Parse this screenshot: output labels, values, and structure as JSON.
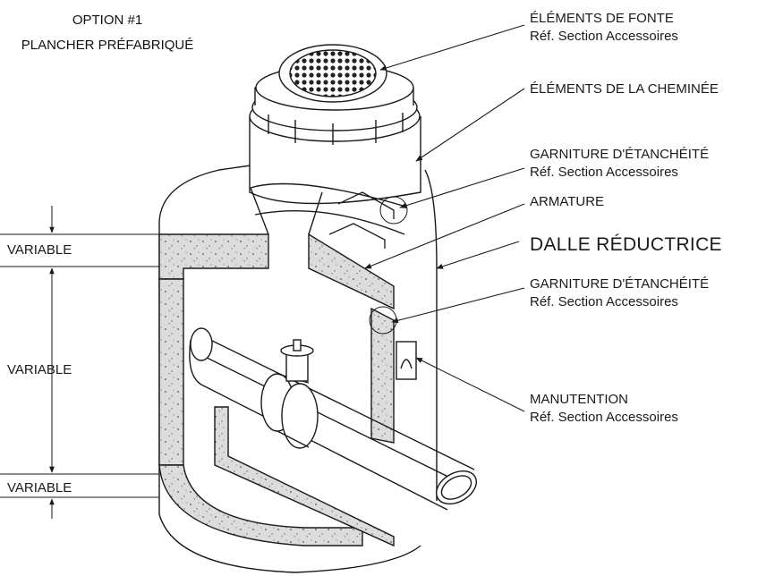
{
  "title": {
    "line1": "OPTION #1",
    "line2": "PLANCHER PRÉFABRIQUÉ"
  },
  "labels": {
    "fonte": {
      "line1": "ÉLÉMENTS DE FONTE",
      "line2": "Réf. Section Accessoires"
    },
    "cheminee": {
      "line1": "ÉLÉMENTS DE LA CHEMINÉE"
    },
    "garniture_top": {
      "line1": "GARNITURE D'ÉTANCHÉITÉ",
      "line2": "Réf. Section Accessoires"
    },
    "armature": {
      "line1": "ARMATURE"
    },
    "dalle": {
      "line1": "DALLE RÉDUCTRICE"
    },
    "garniture_mid": {
      "line1": "GARNITURE D'ÉTANCHÉITÉ",
      "line2": "Réf. Section Accessoires"
    },
    "manutention": {
      "line1": "MANUTENTION",
      "line2": "Réf. Section Accessoires"
    }
  },
  "dimensions": {
    "top": "VARIABLE",
    "middle": "VARIABLE",
    "bottom": "VARIABLE"
  },
  "colors": {
    "line": "#1a1a1a",
    "concrete": "#d9d9d9",
    "background": "#ffffff"
  }
}
